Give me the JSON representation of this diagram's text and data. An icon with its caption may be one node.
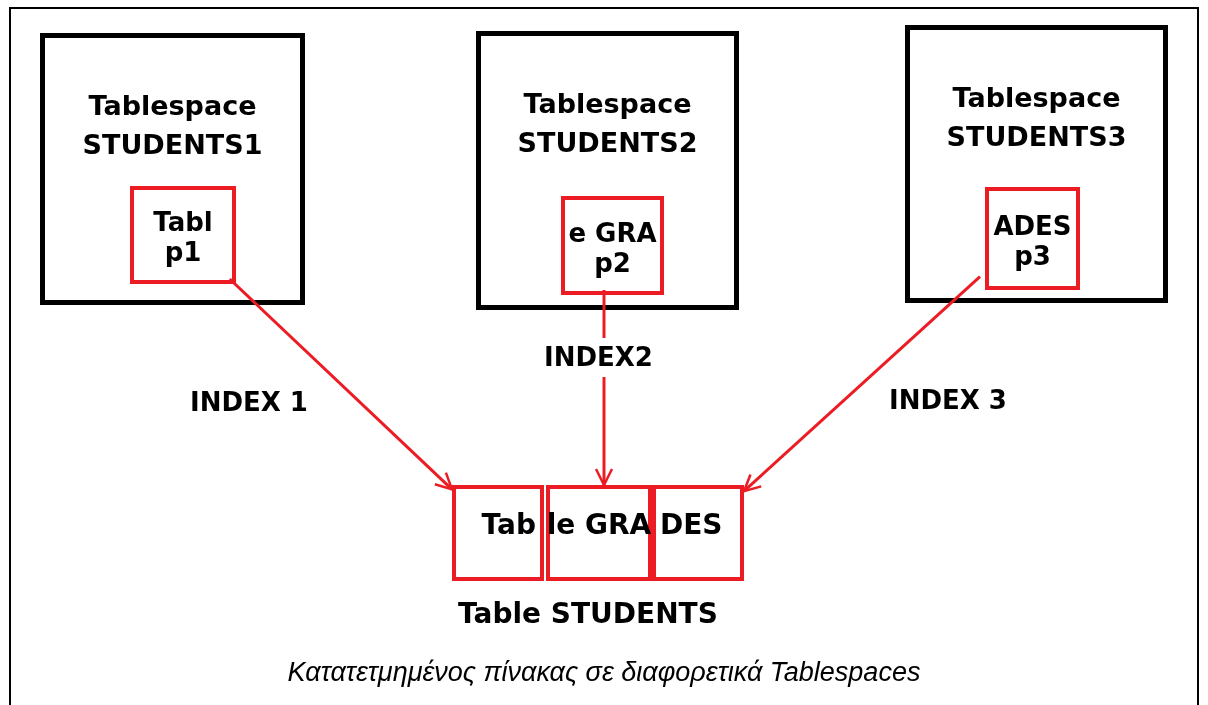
{
  "diagram": {
    "caption": "Κατατετμημένος πίνακας σε διαφορετικά Tablespaces",
    "nodes": [
      {
        "text": [
          "Tablespace STUDENTS1"
        ]
      },
      {
        "text": [
          "Tabl",
          "p1"
        ],
        "in": 0
      },
      {
        "text": [
          "Tablespace STUDENTS2"
        ]
      },
      {
        "text": [
          "e GRA",
          "p2"
        ],
        "in": 2
      },
      {
        "text": [
          "Tablespace STUDENTS3"
        ]
      },
      {
        "text": [
          "ADES",
          "p3"
        ],
        "in": 4
      },
      {
        "text": [
          "Tab"
        ]
      },
      {
        "text": [
          "le GRA"
        ]
      },
      {
        "text": [
          "DES"
        ]
      }
    ],
    "edges": [
      {
        "from": 1,
        "to": 6,
        "arrow": "to",
        "label": "INDEX 1"
      },
      {
        "from": 3,
        "to": 7,
        "arrow": "to",
        "label": "INDEX2"
      },
      {
        "from": 5,
        "to": 8,
        "arrow": "to",
        "label": "INDEX 3"
      }
    ],
    "labels": [
      "Table STUDENTS"
    ]
  }
}
